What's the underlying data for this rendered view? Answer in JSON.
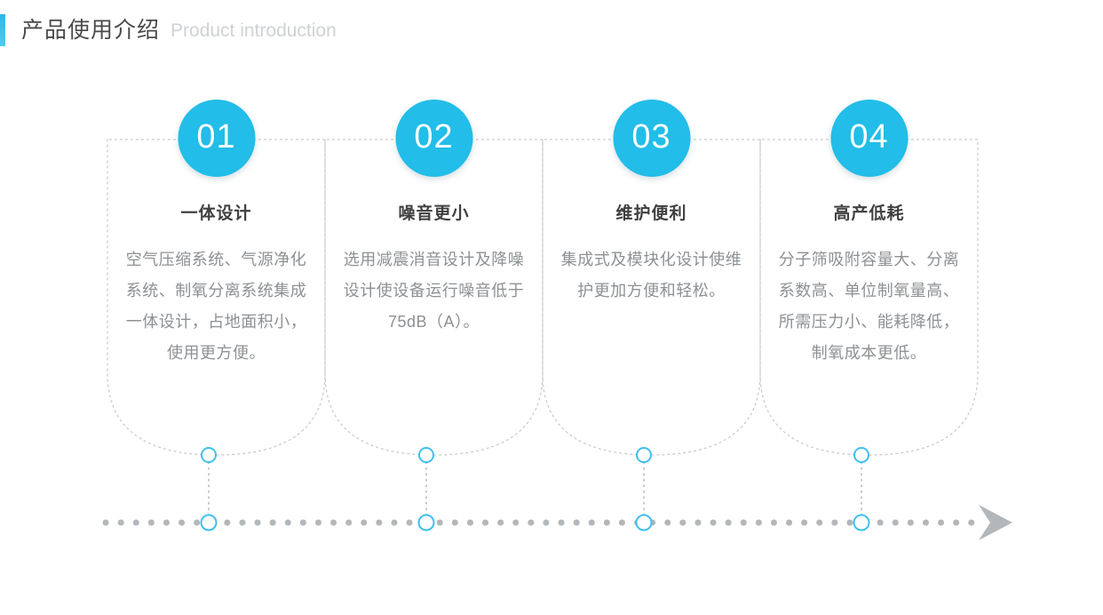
{
  "header": {
    "accent_color": "#2fb6e8",
    "title_cn": "产品使用介绍",
    "title_en": "Product introduction"
  },
  "theme": {
    "accent": "#22bde8",
    "node_stroke": "#3fc0ef",
    "dotted_border": "#c9cccf",
    "timeline_dot": "#b4b7ba",
    "arrow": "#b4b7ba",
    "title_color": "#404040",
    "body_color": "#8d9194"
  },
  "cards": [
    {
      "number": "01",
      "title": "一体设计",
      "body": "空气压缩系统、气源净化系统、制氧分离系统集成一体设计，占地面积小，使用更方便。"
    },
    {
      "number": "02",
      "title": "噪音更小",
      "body": "选用减震消音设计及降噪设计使设备运行噪音低于75dB（A）。"
    },
    {
      "number": "03",
      "title": "维护便利",
      "body": "集成式及模块化设计使维护更加方便和轻松。"
    },
    {
      "number": "04",
      "title": "高产低耗",
      "body": "分子筛吸附容量大、分离系数高、单位制氧量高、所需压力小、能耗降低，制氧成本更低。"
    }
  ],
  "timeline": {
    "node_count": 4,
    "arrow_label": "timeline-arrow"
  }
}
